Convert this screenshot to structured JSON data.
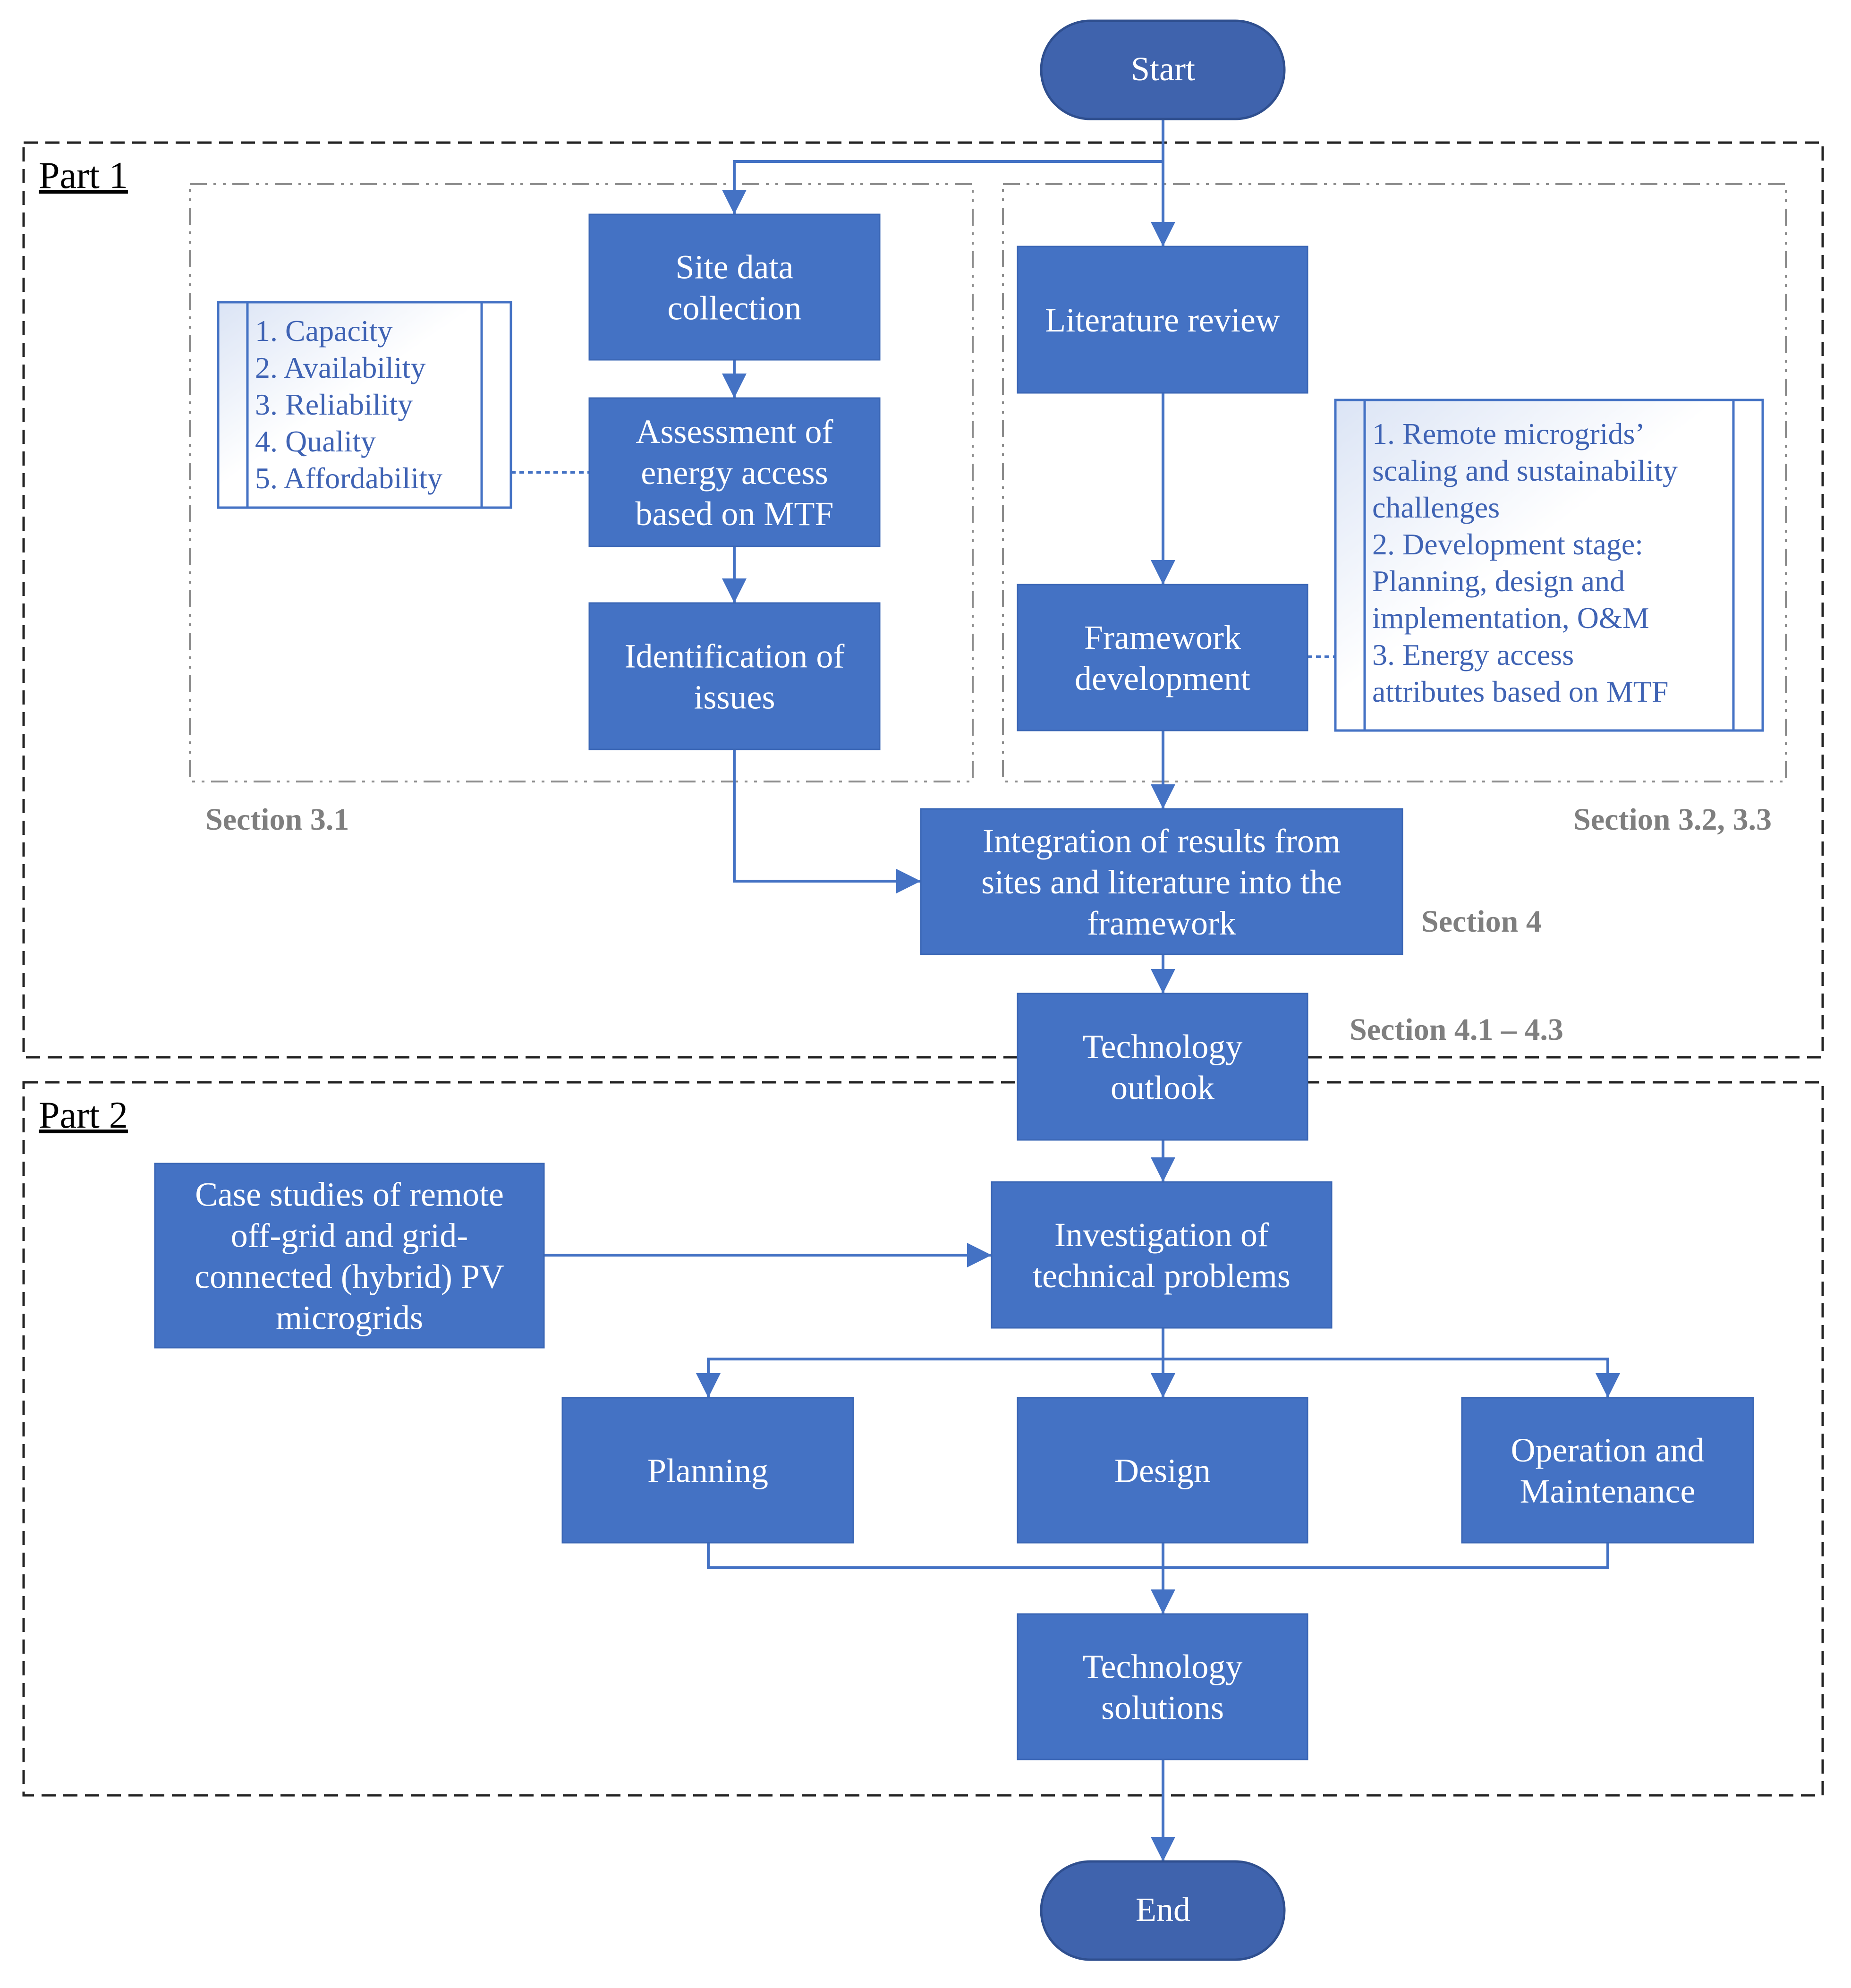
{
  "colors": {
    "box_fill": "#4472c4",
    "terminal_fill": "#3f63ad",
    "text_on_box": "#ffffff",
    "list_text": "#3f63b4",
    "section_label": "#7f7f7f",
    "arrow": "#4472c4"
  },
  "start": "Start",
  "end": "End",
  "part1": {
    "label": "Part 1",
    "section_left_label": "Section 3.1",
    "section_right_label": "Section 3.2, 3.3",
    "section4_label": "Section 4",
    "section41_label": "Section 4.1 – 4.3",
    "site_data": [
      "Site data",
      "collection"
    ],
    "assessment": [
      "Assessment of",
      "energy access",
      "based on MTF"
    ],
    "identification": [
      "Identification of",
      "issues"
    ],
    "literature": [
      "Literature review"
    ],
    "framework": [
      "Framework",
      "development"
    ],
    "integration": [
      "Integration of results from",
      "sites and literature into the",
      "framework"
    ],
    "mtf_list": [
      "1. Capacity",
      "2. Availability",
      "3. Reliability",
      "4. Quality",
      "5. Affordability"
    ],
    "framework_list": [
      "1. Remote microgrids’",
      "scaling and sustainability",
      "challenges",
      "2. Development stage:",
      "Planning, design and",
      "implementation, O&M",
      "3. Energy access",
      "attributes based on MTF"
    ]
  },
  "technology_outlook": [
    "Technology",
    "outlook"
  ],
  "part2": {
    "label": "Part 2",
    "case_studies": [
      "Case studies of remote",
      "off-grid and grid-",
      "connected (hybrid) PV",
      "microgrids"
    ],
    "investigation": [
      "Investigation of",
      "technical problems"
    ],
    "planning": [
      "Planning"
    ],
    "design": [
      "Design"
    ],
    "om": [
      "Operation and",
      "Maintenance"
    ],
    "solutions": [
      "Technology",
      "solutions"
    ]
  }
}
